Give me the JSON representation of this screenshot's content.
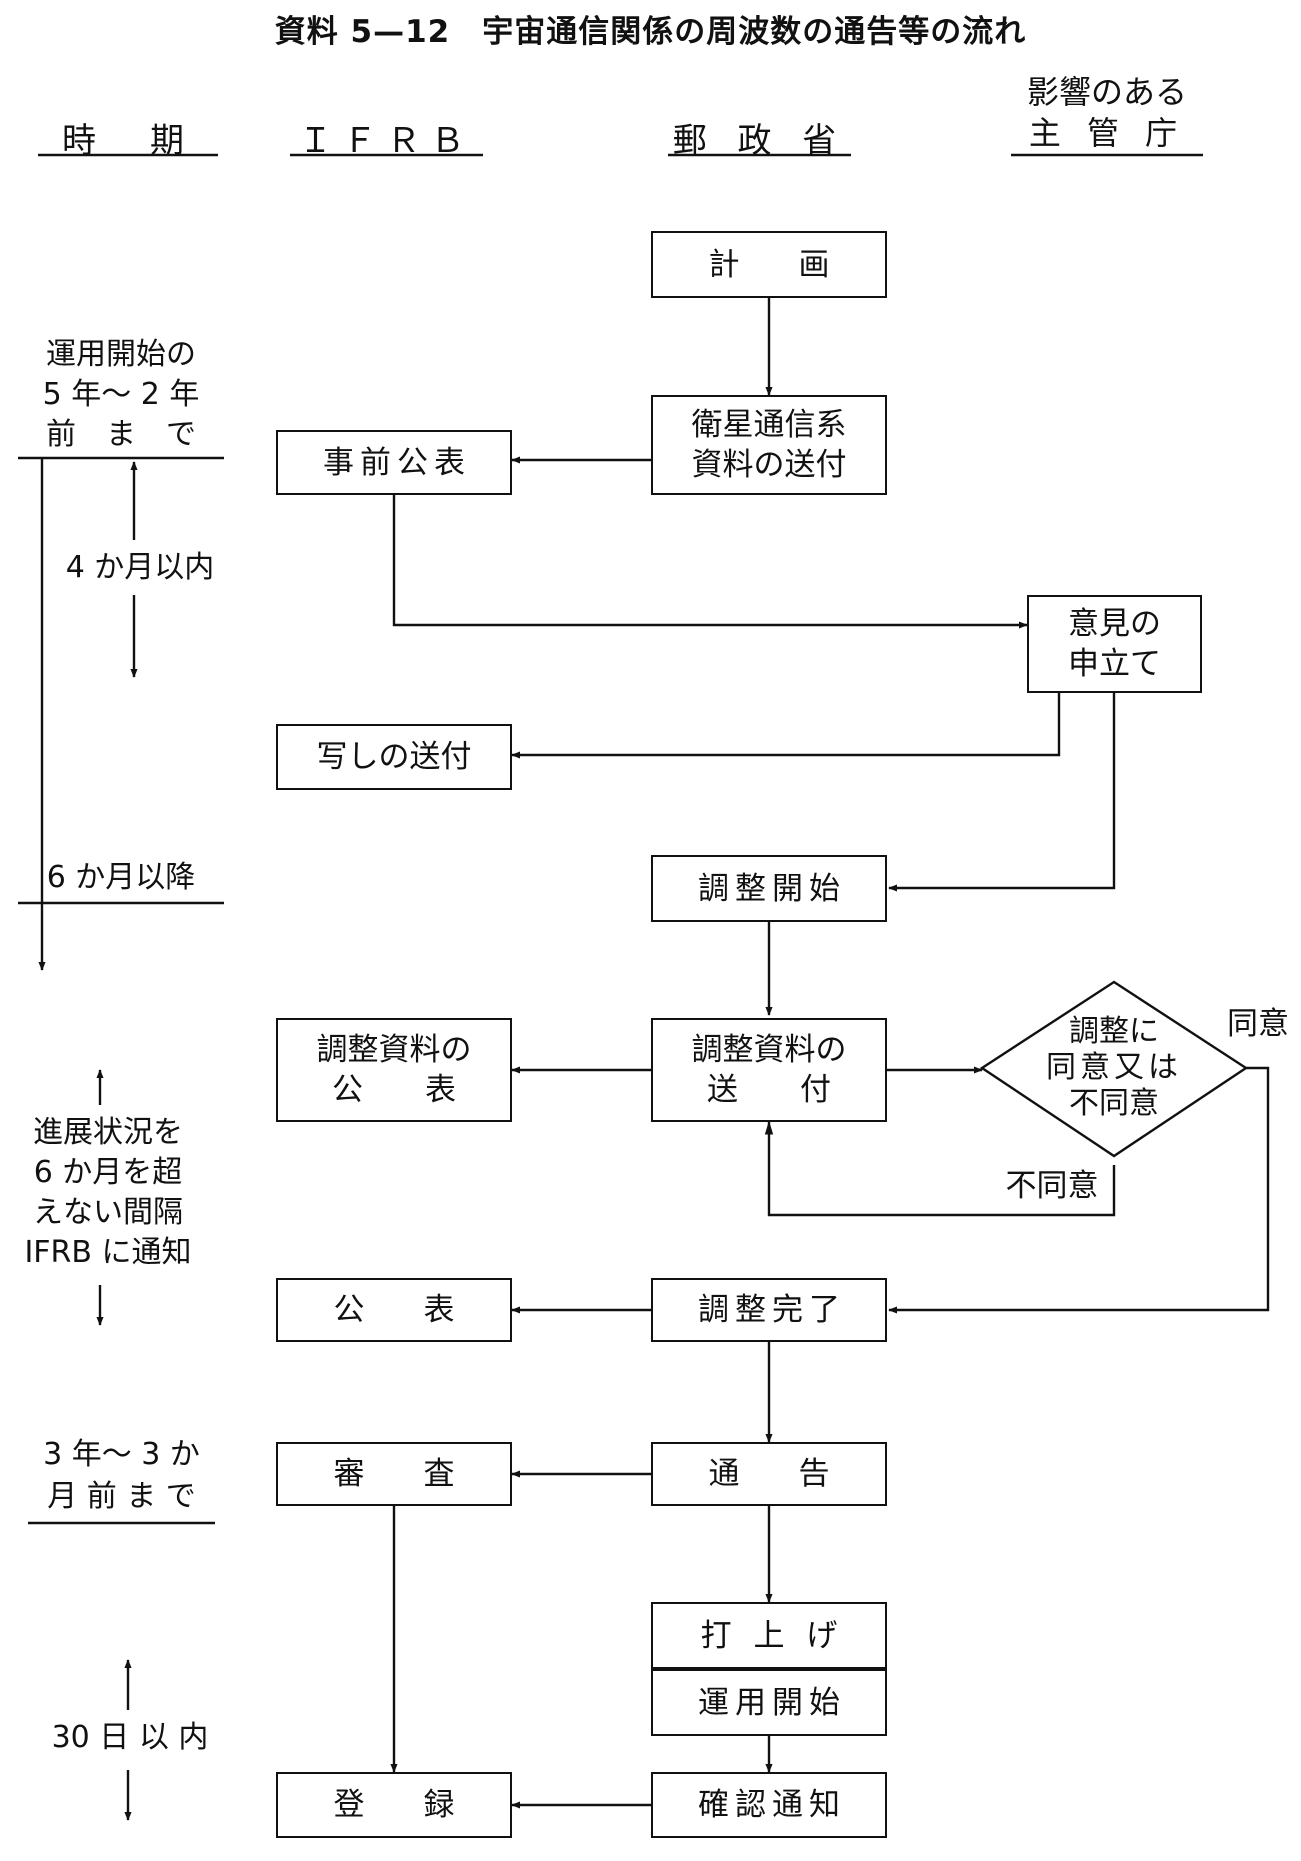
{
  "title": "資料 5—12　宇宙通信関係の周波数の通告等の流れ",
  "headers": {
    "period": "時　期",
    "ifrb": "ＩＦＲＢ",
    "ministry": "郵 政 省",
    "affected_line1": "影響のある",
    "affected_line2": "主 管 庁"
  },
  "boxes": {
    "plan": "計　画",
    "send_docs_1": "衛星通信系",
    "send_docs_2": "資料の送付",
    "advance_pub": "事前公表",
    "objection_1": "意見の",
    "objection_2": "申立て",
    "copy_send": "写しの送付",
    "coord_start": "調整開始",
    "coord_pub_1": "調整資料の",
    "coord_pub_2": "公　　表",
    "coord_send_1": "調整資料の",
    "coord_send_2": "送　　付",
    "agree_q_1": "調整に",
    "agree_q_2": "同意又は",
    "agree_q_3": "不同意",
    "coord_done": "調整完了",
    "publication": "公　表",
    "notify": "通　告",
    "examine": "審　査",
    "launch": "打 上 げ",
    "operation_start": "運用開始",
    "confirm": "確認通知",
    "register": "登　録"
  },
  "edge_labels": {
    "agree": "同意",
    "disagree": "不同意"
  },
  "timeline": {
    "t1_line1": "運用開始の",
    "t1_line2": "5 年～ 2 年",
    "t1_line3": "前　ま　で",
    "t2": "4 か月以内",
    "t3": "6 か月以降",
    "t4_line1": "進展状況を",
    "t4_line2": "6 か月を超",
    "t4_line3": "えない間隔",
    "t4_line4": "IFRB に通知",
    "t5_line1": "3 年～ 3 か",
    "t5_line2": "月 前 ま で",
    "t6": "30 日 以 内"
  }
}
